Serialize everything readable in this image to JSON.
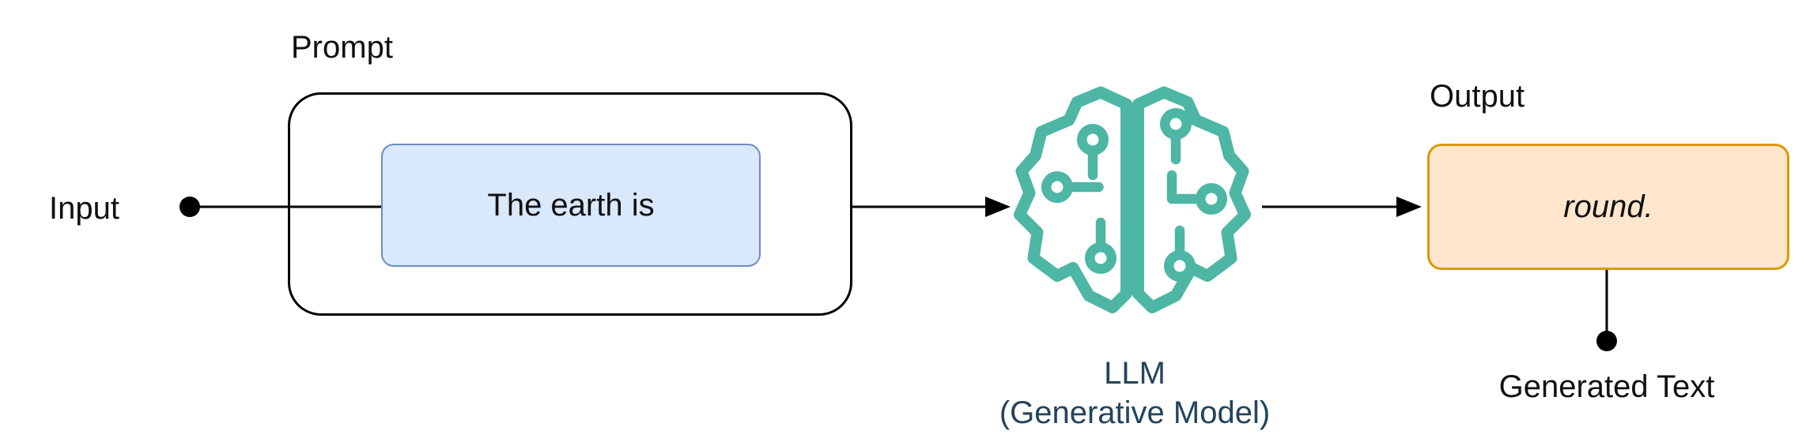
{
  "diagram": {
    "input_label": "Input",
    "prompt": {
      "label": "Prompt",
      "inner_text": "The earth is"
    },
    "llm": {
      "label": "LLM",
      "sublabel": "(Generative Model)"
    },
    "output": {
      "label": "Output",
      "inner_text": "round."
    },
    "generated_text_label": "Generated Text",
    "colors": {
      "prompt_inner_fill": "#dae8fc",
      "prompt_inner_border": "#6c8ebf",
      "output_fill": "#ffe6cc",
      "output_border": "#d79b00",
      "brain_icon": "#4DB6A4",
      "llm_text": "#23445C",
      "line": "#000000"
    }
  }
}
